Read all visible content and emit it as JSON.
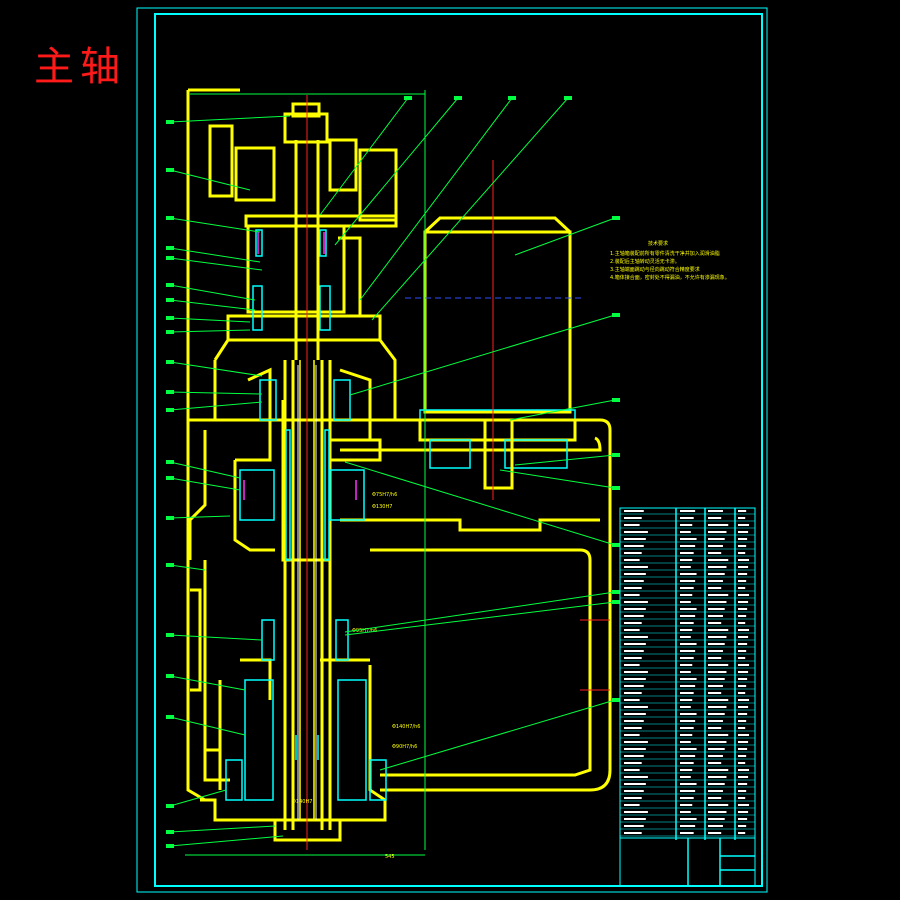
{
  "title": "主轴",
  "tech_req": {
    "heading": "技术要求",
    "lines": [
      "1.主轴箱装配前所有零件清洗干净并加入润滑油脂",
      "2.装配后主轴转动灵活无卡滞。",
      "3.主轴端面跳动与径向跳动符合精度要求",
      "4.箱体接合面，密封处不得漏油，不允许有渗漏现象。"
    ]
  },
  "fits": [
    "Φ75H7/h6",
    "Φ130H7",
    "Φ95H7/h6",
    "Φ140H7/h6",
    "Φ90H7/h6",
    "Φ140H7"
  ],
  "overall_dimension": "545",
  "colors": {
    "frame": "#00ffff",
    "outline": "#ffff00",
    "leader": "#00ff40",
    "centerline": "#ff2020",
    "title": "#ff1a1a"
  }
}
